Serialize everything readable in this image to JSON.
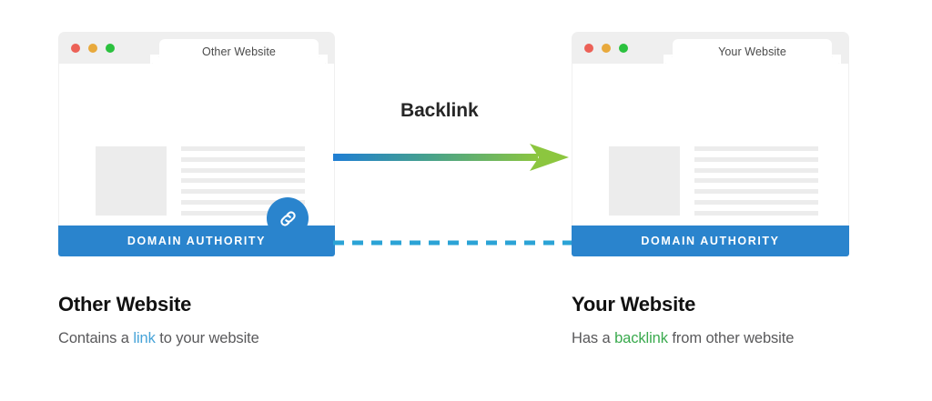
{
  "diagram": {
    "title": "Backlink diagram",
    "connector": {
      "label": "Backlink",
      "arrow_gradient_start": "#1f7ed4",
      "arrow_gradient_end": "#8cc63f",
      "dashed_color": "#2ba3d6"
    }
  },
  "windows": [
    {
      "id": "other-website",
      "tab_label": "Other Website",
      "traffic_lights": [
        "red-dot",
        "yellow-dot",
        "green-dot"
      ],
      "traffic_light_colors": [
        "#ec6157",
        "#e8a93c",
        "#2bc13e"
      ],
      "has_link_badge": true,
      "link_badge_icon": "chain-link-icon",
      "link_badge_color": "#2a84cd",
      "content_lines": 7,
      "footer_label": "DOMAIN AUTHORITY",
      "footer_color": "#2a84cd"
    },
    {
      "id": "your-website",
      "tab_label": "Your Website",
      "traffic_lights": [
        "red-dot",
        "yellow-dot",
        "green-dot"
      ],
      "traffic_light_colors": [
        "#ec6157",
        "#e8a93c",
        "#2bc13e"
      ],
      "has_link_badge": false,
      "link_badge_icon": "",
      "link_badge_color": "",
      "content_lines": 7,
      "footer_label": "DOMAIN AUTHORITY",
      "footer_color": "#2a84cd"
    }
  ],
  "captions": [
    {
      "id": "other-website-caption",
      "heading": "Other Website",
      "text_before": "Contains a ",
      "highlight": "link",
      "highlight_color": "#46a3d8",
      "text_after": " to your website"
    },
    {
      "id": "your-website-caption",
      "heading": "Your Website",
      "text_before": "Has a ",
      "highlight": "backlink",
      "highlight_color": "#3aaa4e",
      "text_after": " from other website"
    }
  ]
}
